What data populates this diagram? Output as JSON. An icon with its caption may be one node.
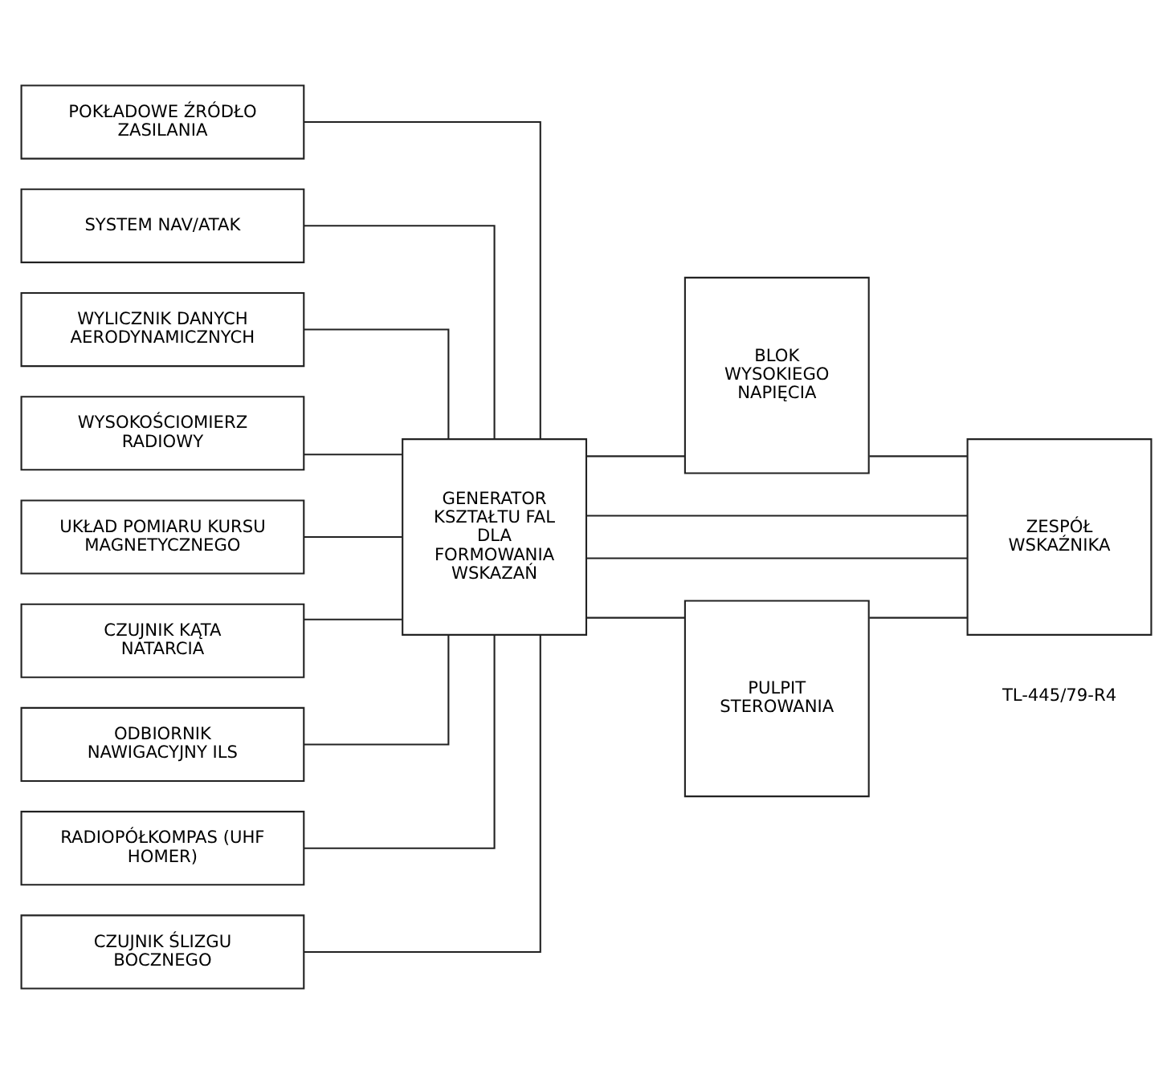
{
  "diagram": {
    "nodes": [
      {
        "text": [
          "POKŁADOWE ŹRÓDŁO ZASILANIA"
        ]
      },
      {
        "text": [
          "SYSTEM NAV/ATAK"
        ]
      },
      {
        "text": [
          "WYLICZNIK DANYCH AERODYNAMICZNYCH"
        ]
      },
      {
        "text": [
          "WYSOKOŚCIOMIERZ RADIOWY"
        ]
      },
      {
        "text": [
          "UKŁAD POMIARU KURSU MAGNETYCZNEGO"
        ]
      },
      {
        "text": [
          "CZUJNIK KĄTA NATARCIA"
        ]
      },
      {
        "text": [
          "ODBIORNIK NAWIGACYJNY ILS"
        ]
      },
      {
        "text": [
          "RADIOPÓŁKOMPAS (UHF HOMER)"
        ]
      },
      {
        "text": [
          "CZUJNIK ŚLIZGU BOCZNEGO"
        ]
      },
      {
        "text": [
          "GENERATOR KSZTAŁTU FAL DLA FORMOWANIA WSKAZAŃ"
        ]
      },
      {
        "text": [
          "BLOK WYSOKIEGO NAPIĘCIA"
        ]
      },
      {
        "text": [
          "ZESPÓŁ WSKAŹNIKA"
        ]
      },
      {
        "text": [
          "PULPIT STEROWANIA"
        ]
      }
    ],
    "edges": [
      {
        "from": 0,
        "to": 9,
        "arrow": "none"
      },
      {
        "from": 1,
        "to": 9,
        "arrow": "none"
      },
      {
        "from": 2,
        "to": 9,
        "arrow": "none"
      },
      {
        "from": 3,
        "to": 9,
        "arrow": "none"
      },
      {
        "from": 4,
        "to": 9,
        "arrow": "none"
      },
      {
        "from": 5,
        "to": 9,
        "arrow": "none"
      },
      {
        "from": 6,
        "to": 9,
        "arrow": "none"
      },
      {
        "from": 7,
        "to": 9,
        "arrow": "none"
      },
      {
        "from": 8,
        "to": 9,
        "arrow": "none"
      },
      {
        "from": 9,
        "to": 10,
        "arrow": "none"
      },
      {
        "from": 10,
        "to": 11,
        "arrow": "none"
      },
      {
        "from": 9,
        "to": 11,
        "arrow": "none"
      },
      {
        "from": 9,
        "to": 11,
        "arrow": "none"
      },
      {
        "from": 9,
        "to": 12,
        "arrow": "none"
      },
      {
        "from": 12,
        "to": 11,
        "arrow": "none"
      }
    ],
    "labels": [
      "TL-445/79-R4"
    ]
  }
}
